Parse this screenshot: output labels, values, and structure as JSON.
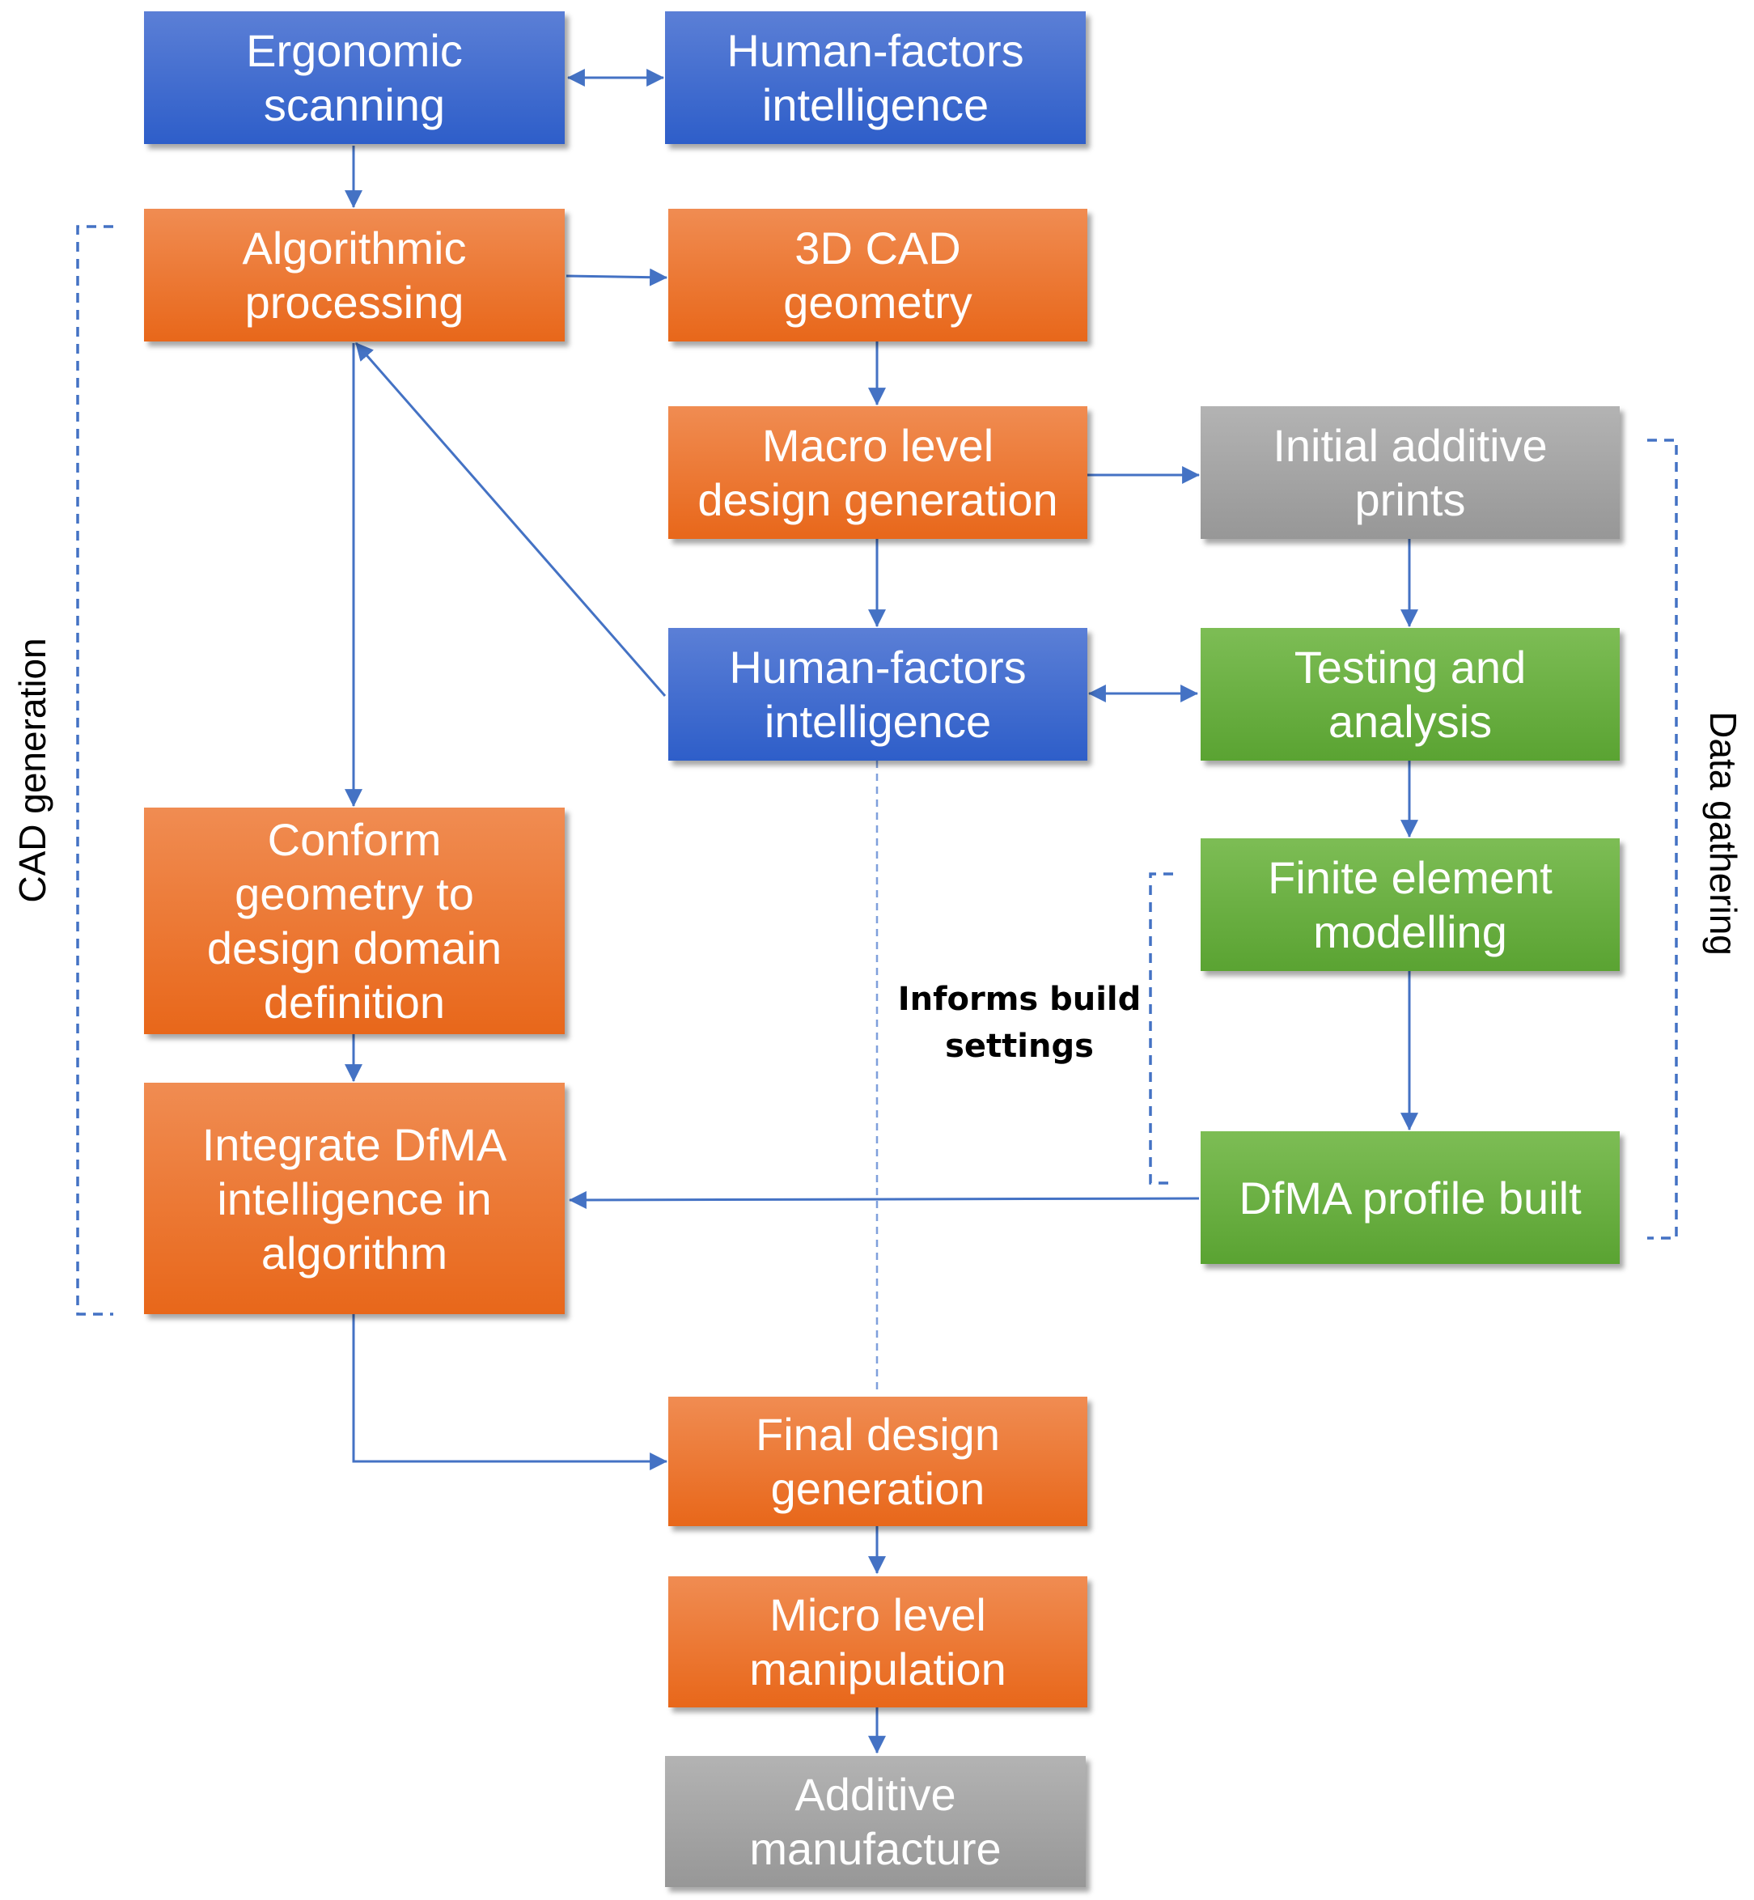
{
  "nodes": {
    "ergonomic_scanning": "Ergonomic\nscanning",
    "human_factors_top": "Human-factors\nintelligence",
    "algorithmic_processing": "Algorithmic\nprocessing",
    "cad_geometry": "3D CAD\ngeometry",
    "macro_design": "Macro level\ndesign generation",
    "initial_prints": "Initial additive\nprints",
    "human_factors_mid": "Human-factors\nintelligence",
    "testing_analysis": "Testing and\nanalysis",
    "conform_geometry": "Conform\ngeometry to\ndesign domain\ndefinition",
    "finite_element": "Finite element\nmodelling",
    "integrate_dfma": "Integrate DfMA\nintelligence in\nalgorithm",
    "dfma_profile": "DfMA profile built",
    "final_design": "Final design\ngeneration",
    "micro_manipulation": "Micro level\nmanipulation",
    "additive_manufacture": "Additive\nmanufacture"
  },
  "labels": {
    "cad_generation": "CAD generation",
    "data_gathering": "Data gathering",
    "informs_build_settings": "Informs build\nsettings"
  },
  "colors": {
    "blue": "#3a68cc",
    "orange": "#ec7428",
    "gray": "#a5a5a5",
    "green": "#6ab045",
    "connector": "#4472c4"
  }
}
